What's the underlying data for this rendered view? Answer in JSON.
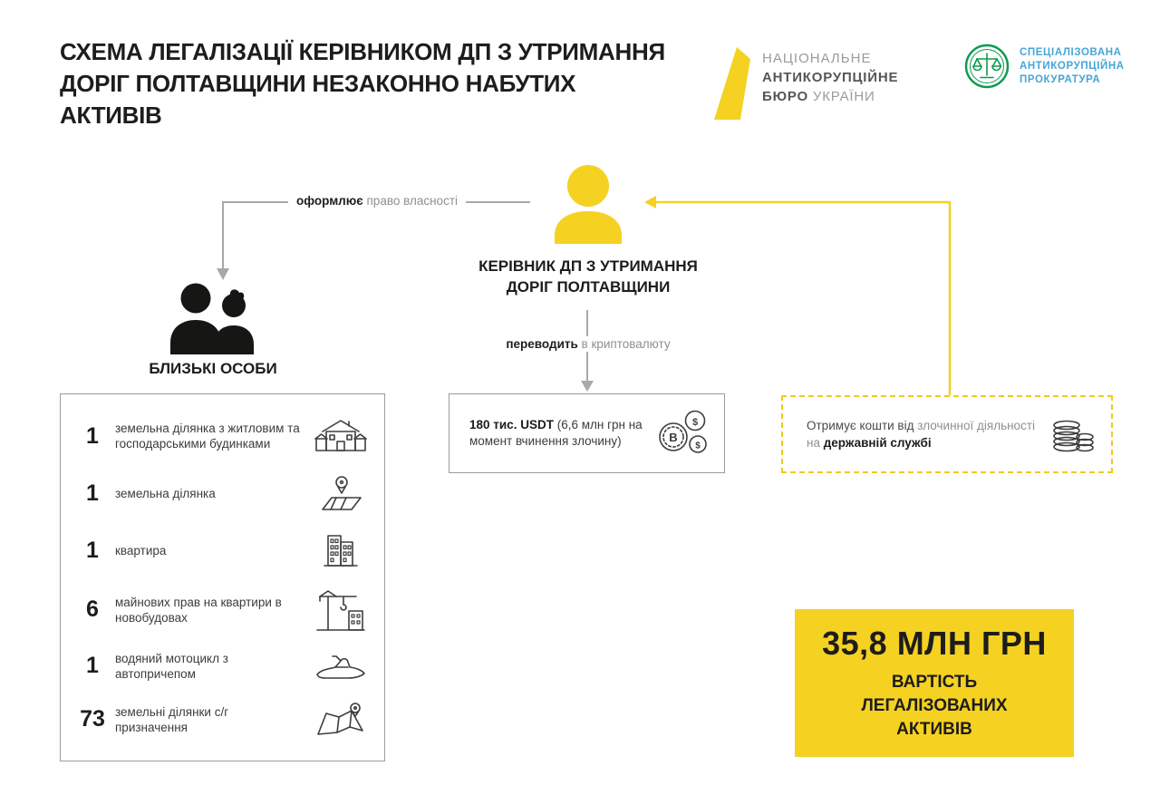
{
  "colors": {
    "accent_yellow": "#f5d122",
    "sap_green": "#0e9b4f",
    "sap_blue": "#46a5d6",
    "wire_gray": "#a8a8a8"
  },
  "title": {
    "line1": "СХЕМА ЛЕГАЛІЗАЦІЇ КЕРІВНИКОМ ДП З УТРИМАННЯ",
    "line2": "ДОРІГ ПОЛТАВЩИНИ НЕЗАКОННО НАБУТИХ АКТИВІВ"
  },
  "logos": {
    "nabu": {
      "line1": "НАЦІОНАЛЬНЕ",
      "line2": "АНТИКОРУПЦІЙНЕ",
      "line3_bold": "БЮРО",
      "line3_rest": " УКРАЇНИ"
    },
    "sap": {
      "line1": "СПЕЦІАЛІЗОВАНА",
      "line2": "АНТИКОРУПЦІЙНА",
      "line3": "ПРОКУРАТУРА"
    }
  },
  "official": {
    "label_line1": "КЕРІВНИК ДП З УТРИМАННЯ",
    "label_line2": "ДОРІГ ПОЛТАВЩИНИ"
  },
  "edges": {
    "ownership_bold": "оформлює",
    "ownership_rest": " право власності",
    "convert_bold": "переводить",
    "convert_rest": " в криптовалюту"
  },
  "relatives": {
    "label": "БЛИЗЬКІ ОСОБИ",
    "assets": [
      {
        "count": "1",
        "text": "земельна ділянка з житловим та господарськими будинками"
      },
      {
        "count": "1",
        "text": "земельна ділянка"
      },
      {
        "count": "1",
        "text": "квартира"
      },
      {
        "count": "6",
        "text": "майнових прав на квартири в новобудовах"
      },
      {
        "count": "1",
        "text": "водяний мотоцикл з автопричепом"
      },
      {
        "count": "73",
        "text": "земельні ділянки с/г призначення"
      }
    ]
  },
  "crypto_box": {
    "bold": "180 тис. USDT",
    "rest": " (6,6 млн грн на момент вчинення злочину)"
  },
  "income_box": {
    "part1": "Отримує кошти від ",
    "part2": "злочинної діяльності на ",
    "part3": "державній службі"
  },
  "total_box": {
    "amount": "35,8 МЛН ГРН",
    "label": "ВАРТІСТЬ ЛЕГАЛІЗОВАНИХ АКТИВІВ"
  }
}
